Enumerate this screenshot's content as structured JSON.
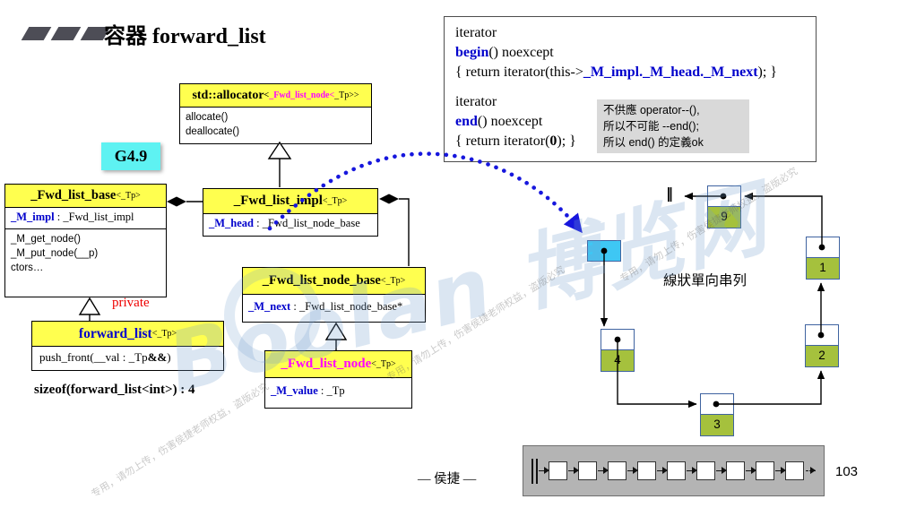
{
  "slide": {
    "title_prefix": "容器 ",
    "title_name": "forward_list",
    "version": "G4.9",
    "private_label": "private",
    "sizeof_line": "sizeof(forward_list<int>) : 4",
    "list_caption": "線狀單向串列",
    "null_symbol": "‖",
    "footer": "— 侯捷 —",
    "page": "103"
  },
  "code": {
    "l1": "iterator",
    "l2a": "begin",
    "l2b": "() noexcept",
    "l3a": "{ return iterator(this->",
    "l3b": "_M_impl._M_head._M_next",
    "l3c": "); }",
    "l4": "iterator",
    "l5a": "end",
    "l5b": "() noexcept",
    "l6a": "{ return iterator(",
    "l6b": "0",
    "l6c": "); }",
    "note1": "不供應 operator--(),",
    "note2": "所以不可能 --end();",
    "note3": "所以 end() 的定義ok"
  },
  "classes": {
    "allocator": {
      "name": "std::allocator",
      "tp_a": "<",
      "tp_b": "_Fwd_list_node<",
      "tp_c": "_Tp>>",
      "m1": "allocate()",
      "m2": "deallocate()"
    },
    "base": {
      "name": "_Fwd_list_base",
      "tparam": "<_Tp>",
      "attr_name": "_M_impl",
      "attr_type": " : _Fwd_list_impl",
      "m1": "_M_get_node()",
      "m2": "_M_put_node(__p)",
      "m3": "ctors…"
    },
    "impl": {
      "name": "_Fwd_list_impl",
      "tparam": "<_Tp>",
      "attr_name": "_M_head",
      "attr_type": " : _Fwd_list_node_base"
    },
    "node_base": {
      "name": "_Fwd_list_node_base",
      "tparam": "<_Tp>",
      "attr_name": "_M_next",
      "attr_type": " : _Fwd_list_node_base*"
    },
    "node": {
      "name": "_Fwd_list_node",
      "tparam": "<_Tp>",
      "attr_name": "_M_value",
      "attr_type": " : _Tp"
    },
    "forward_list": {
      "name": "forward_list",
      "tparam": "<_Tp>",
      "m1a": "push_front(__val : _Tp",
      "m1b": "&&",
      "m1c": ")"
    }
  },
  "list_nodes": {
    "n9": "9",
    "n1": "1",
    "n4": "4",
    "n2": "2",
    "n3": "3"
  },
  "watermark": {
    "big": "Boolan 博览网",
    "line": "专用，请勿上传，伤害侯捷老师权益，盗版必究"
  },
  "colors": {
    "class_header_yellow": "#ffff4f",
    "version_tag_cyan": "#5ef2f2",
    "head_node_cyan": "#3ec7f4",
    "value_green": "#a5c13d",
    "keyword_blue": "#0000cc",
    "node_magenta": "#ff00ff",
    "private_red": "#ee0000",
    "arrow_blue": "#1717dd"
  }
}
